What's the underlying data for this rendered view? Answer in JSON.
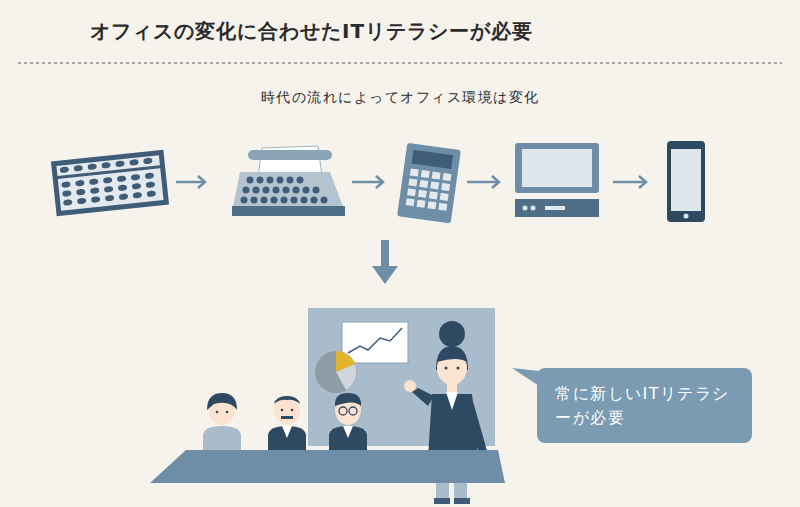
{
  "diagram": {
    "title": "オフィスの変化に合わせたITリテラシーが必要",
    "nodes": [
      {
        "text": [
          "常に新しいITリテラシーが必要"
        ]
      }
    ],
    "labels": [
      "時代の流れによってオフィス環境は変化"
    ]
  }
}
